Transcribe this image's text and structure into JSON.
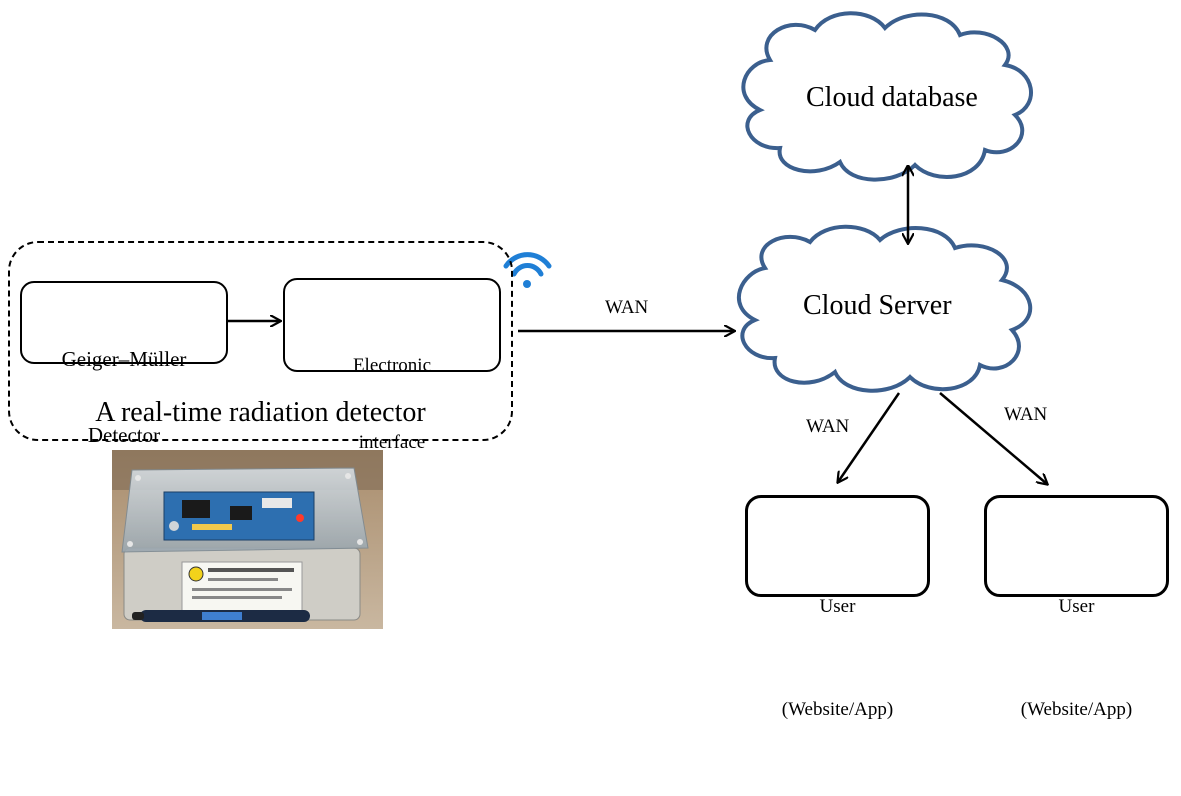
{
  "detector": {
    "group_label": "A real-time radiation detector",
    "gm_line1": "Geiger–Müller",
    "gm_line2": "Detector",
    "interface_line1": "Electronic",
    "interface_line2": "interface"
  },
  "network": {
    "wan_main": "WAN",
    "wan_left": "WAN",
    "wan_right": "WAN"
  },
  "cloud_database": {
    "label": "Cloud database"
  },
  "cloud_server": {
    "label": "Cloud Server"
  },
  "users": [
    {
      "line1": "User",
      "line2": "(Website/App)"
    },
    {
      "line1": "User",
      "line2": "(Website/App)"
    }
  ],
  "icons": {
    "wireless": "wifi-icon"
  },
  "colors": {
    "cloud_stroke": "#3b5f8e",
    "wifi": "#1f7fd6",
    "line": "#000000"
  }
}
